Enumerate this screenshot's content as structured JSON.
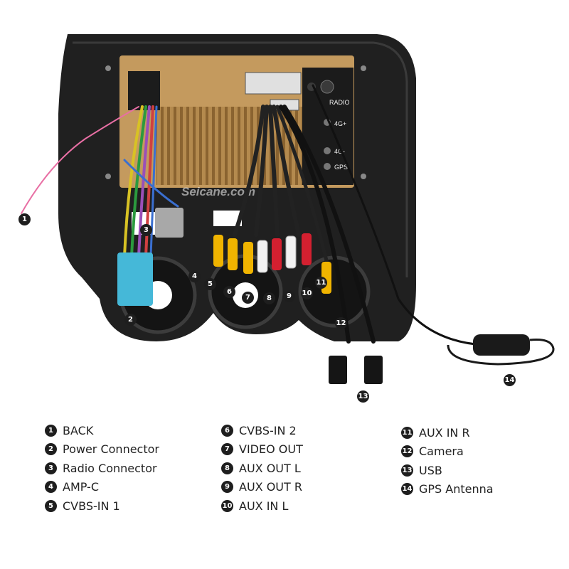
{
  "watermark": "Seicane.com",
  "radio_panel_labels": [
    "RADIO",
    "4G+",
    "4G-",
    "GPS"
  ],
  "callouts": [
    {
      "number": "1"
    },
    {
      "number": "2"
    },
    {
      "number": "3"
    },
    {
      "number": "4"
    },
    {
      "number": "5"
    },
    {
      "number": "6"
    },
    {
      "number": "7"
    },
    {
      "number": "8"
    },
    {
      "number": "9"
    },
    {
      "number": "10"
    },
    {
      "number": "11"
    },
    {
      "number": "12"
    },
    {
      "number": "13"
    },
    {
      "number": "14"
    }
  ],
  "legend": {
    "col1": [
      {
        "number": "1",
        "label": "BACK"
      },
      {
        "number": "2",
        "label": "Power Connector"
      },
      {
        "number": "3",
        "label": "Radio Connector"
      },
      {
        "number": "4",
        "label": "AMP-C"
      },
      {
        "number": "5",
        "label": "CVBS-IN 1"
      }
    ],
    "col2": [
      {
        "number": "6",
        "label": "CVBS-IN 2"
      },
      {
        "number": "7",
        "label": "VIDEO OUT"
      },
      {
        "number": "8",
        "label": "AUX OUT L"
      },
      {
        "number": "9",
        "label": "AUX OUT R"
      },
      {
        "number": "10",
        "label": "AUX IN L"
      }
    ],
    "col3": [
      {
        "number": "11",
        "label": "AUX IN R"
      },
      {
        "number": "12",
        "label": "Camera"
      },
      {
        "number": "13",
        "label": "USB"
      },
      {
        "number": "14",
        "label": "GPS Antenna"
      }
    ]
  }
}
